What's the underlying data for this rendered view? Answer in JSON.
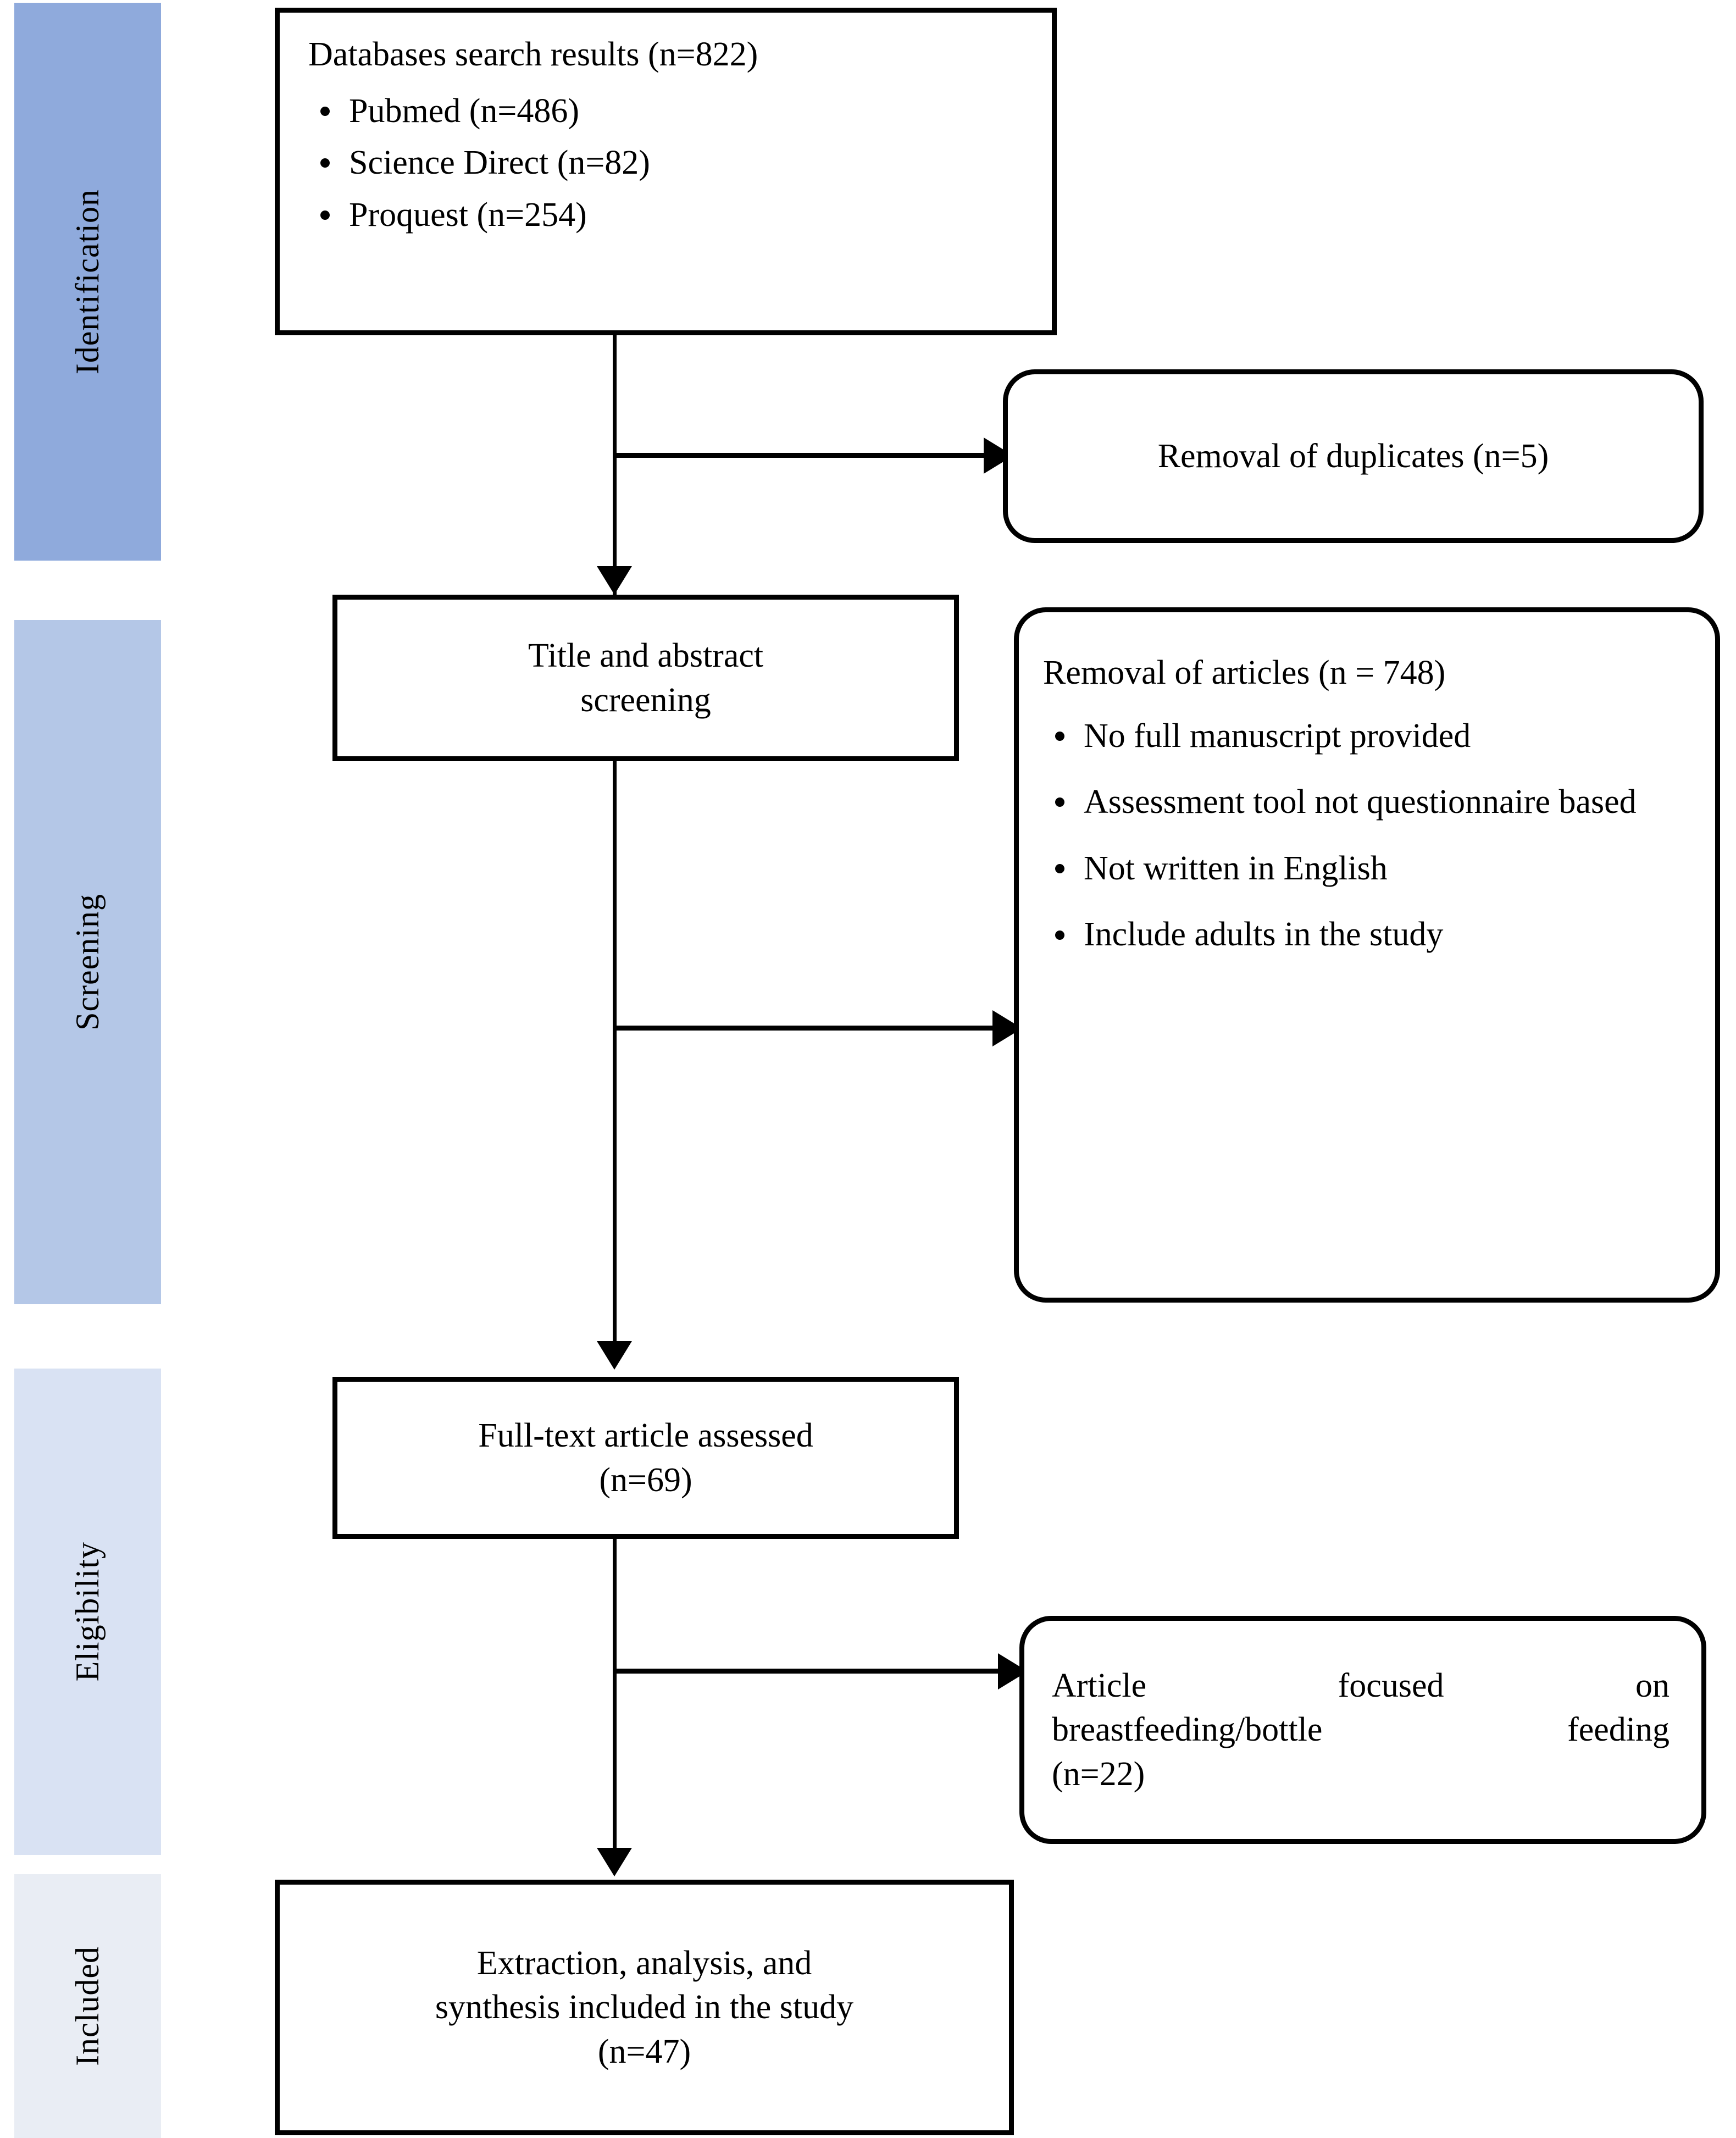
{
  "diagram": {
    "type": "prisma-flow-diagram",
    "stages": [
      {
        "id": "identification",
        "label": "Identification",
        "color": "#8FAADC"
      },
      {
        "id": "screening",
        "label": "Screening",
        "color": "#B4C7E7"
      },
      {
        "id": "eligibility",
        "label": "Eligibility",
        "color": "#D9E2F3"
      },
      {
        "id": "included",
        "label": "Included",
        "color": "#E9EDF4"
      }
    ],
    "boxes": {
      "databases": {
        "heading": "Databases search results (n=822)",
        "items": [
          "Pubmed (n=486)",
          "Science Direct (n=82)",
          "Proquest (n=254)"
        ]
      },
      "removal_duplicates": {
        "text": "Removal of duplicates (n=5)"
      },
      "title_abstract_screening": {
        "line1": "Title and abstract",
        "line2": "screening"
      },
      "removal_articles": {
        "heading": "Removal of articles (n = 748)",
        "items": [
          "No full manuscript provided",
          "Assessment tool not questionnaire based",
          "Not written in English",
          "Include adults in the study"
        ]
      },
      "fulltext_assessed": {
        "line1": "Full-text article assessed",
        "line2": "(n=69)"
      },
      "article_focused": {
        "line1": "Article focused on",
        "line2": "breastfeeding/bottle feeding",
        "line3": "(n=22)"
      },
      "extraction": {
        "line1": "Extraction, analysis, and",
        "line2": "synthesis included in the study",
        "line3": "(n=47)"
      }
    }
  }
}
